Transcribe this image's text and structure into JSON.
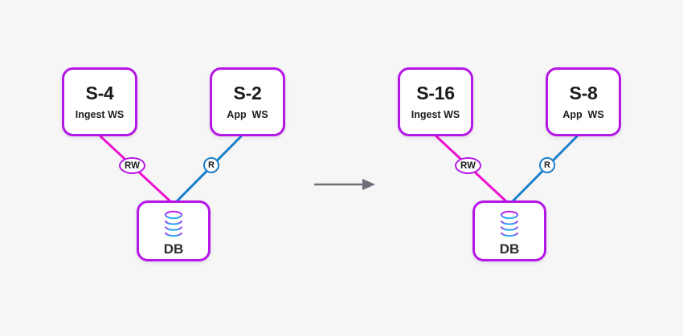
{
  "background_color": "#f6f6f7",
  "colors": {
    "node_border": "#b517e6",
    "rw_link": "#ec11cf",
    "r_link": "#1a7ec8",
    "db_icon_top": "#c01ae8",
    "db_icon_bottom": "#25b6ef",
    "arrow": "#6e6e78",
    "text": "#1b1b1f"
  },
  "diagrams": [
    {
      "id": "before",
      "nodes": {
        "ingest": {
          "title": "S-4",
          "subtitle": "Ingest WS"
        },
        "app": {
          "title": "S-2",
          "subtitle": "App  WS"
        },
        "db": {
          "label": "DB",
          "icon": "database-cylinder-icon"
        }
      },
      "edges": [
        {
          "id": "ingest-to-db",
          "badge": "RW",
          "color": "#ec11cf"
        },
        {
          "id": "app-to-db",
          "badge": "R",
          "color": "#1a7ec8"
        }
      ]
    },
    {
      "id": "after",
      "nodes": {
        "ingest": {
          "title": "S-16",
          "subtitle": "Ingest WS"
        },
        "app": {
          "title": "S-8",
          "subtitle": "App  WS"
        },
        "db": {
          "label": "DB",
          "icon": "database-cylinder-icon"
        }
      },
      "edges": [
        {
          "id": "ingest-to-db",
          "badge": "RW",
          "color": "#ec11cf"
        },
        {
          "id": "app-to-db",
          "badge": "R",
          "color": "#1a7ec8"
        }
      ]
    }
  ],
  "transition": {
    "icon": "right-arrow-icon",
    "label": ""
  }
}
